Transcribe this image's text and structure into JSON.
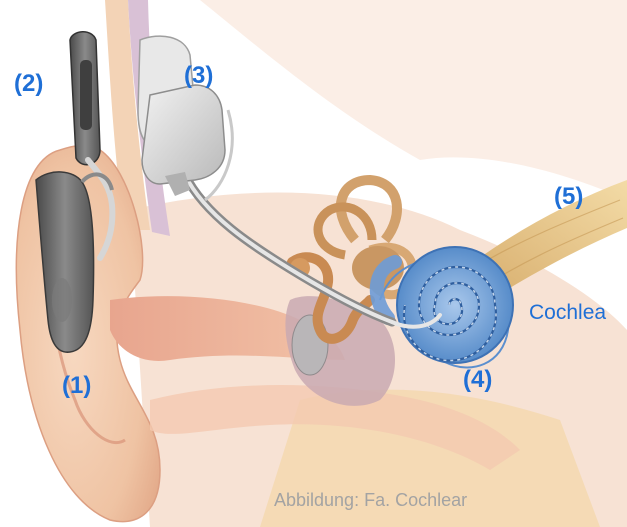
{
  "labels": {
    "one": "(1)",
    "two": "(2)",
    "three": "(3)",
    "four": "(4)",
    "five": "(5)",
    "cochlea": "Cochlea"
  },
  "credit": "Abbildung: Fa. Cochlear",
  "colors": {
    "label": "#1f6fd6",
    "credit": "#a3a3a3",
    "skin": "#f0c4a4",
    "skin_dark": "#d9987d",
    "cochlea": "#7ba7d8",
    "nerve": "#e5c27e",
    "device": "#6c6c6c",
    "implant": "#dcdcdc"
  }
}
